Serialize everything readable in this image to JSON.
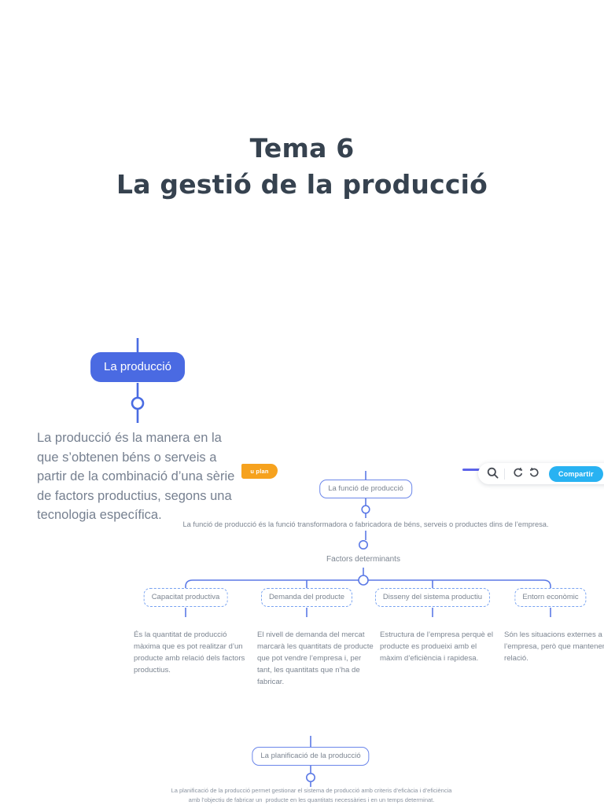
{
  "page": {
    "title_line1": "Tema 6",
    "title_line2": "La gestió de la producció"
  },
  "plan_badge": {
    "label": "u plan"
  },
  "toolbar": {
    "share_label": "Compartir"
  },
  "colors": {
    "map_blue": "#4a6ce2",
    "map_line_blue": "#5b79e6",
    "dashed_border_blue": "#77a2f1",
    "share_blue": "#28b2f2",
    "badge_orange": "#f6a21e",
    "title_ink": "#36424f",
    "body_gray": "#768090"
  },
  "production_map": {
    "root_label": "La producció",
    "description": "La producció és la manera en la\nque s’obtenen béns o serveis a\npartir de la combinació d’una sèrie\nde factors productius, segons una\ntecnologia específica."
  },
  "function_map": {
    "root_label": "La funció de producció",
    "description": "La funció de producció és la funció transformadora o fabricadora de béns, serveis o productes dins de l’empresa.",
    "group_label": "Factors determinants",
    "factors": [
      {
        "label": "Capacitat productiva",
        "description": "És la quantitat de producció\nmàxima que es pot realitzar d’un\nproducte amb relació dels factors\nproductius."
      },
      {
        "label": "Demanda del producte",
        "description": "El nivell de demanda del mercat\nmarcarà les quantitats de producte\nque pot vendre l’empresa i, per\ntant, les quantitats que n’ha de\nfabricar."
      },
      {
        "label": "Disseny del sistema productiu",
        "description": "Estructura de l’empresa perquè el\nproducte es produeixi amb el\nmàxim d’eficiència i rapidesa."
      },
      {
        "label": "Entorn econòmic",
        "description": "Són les situacions externes a\nl’empresa, però que mantenen\nrelació."
      }
    ]
  },
  "planning_map": {
    "root_label": "La planificació de la producció",
    "description": "La planificació de la producció permet gestionar el sistema de producció amb criteris d’eficàcia i d’eficiència\namb l’objectiu de fabricar un  producte en les quantitats necessàries i en un temps determinat."
  }
}
